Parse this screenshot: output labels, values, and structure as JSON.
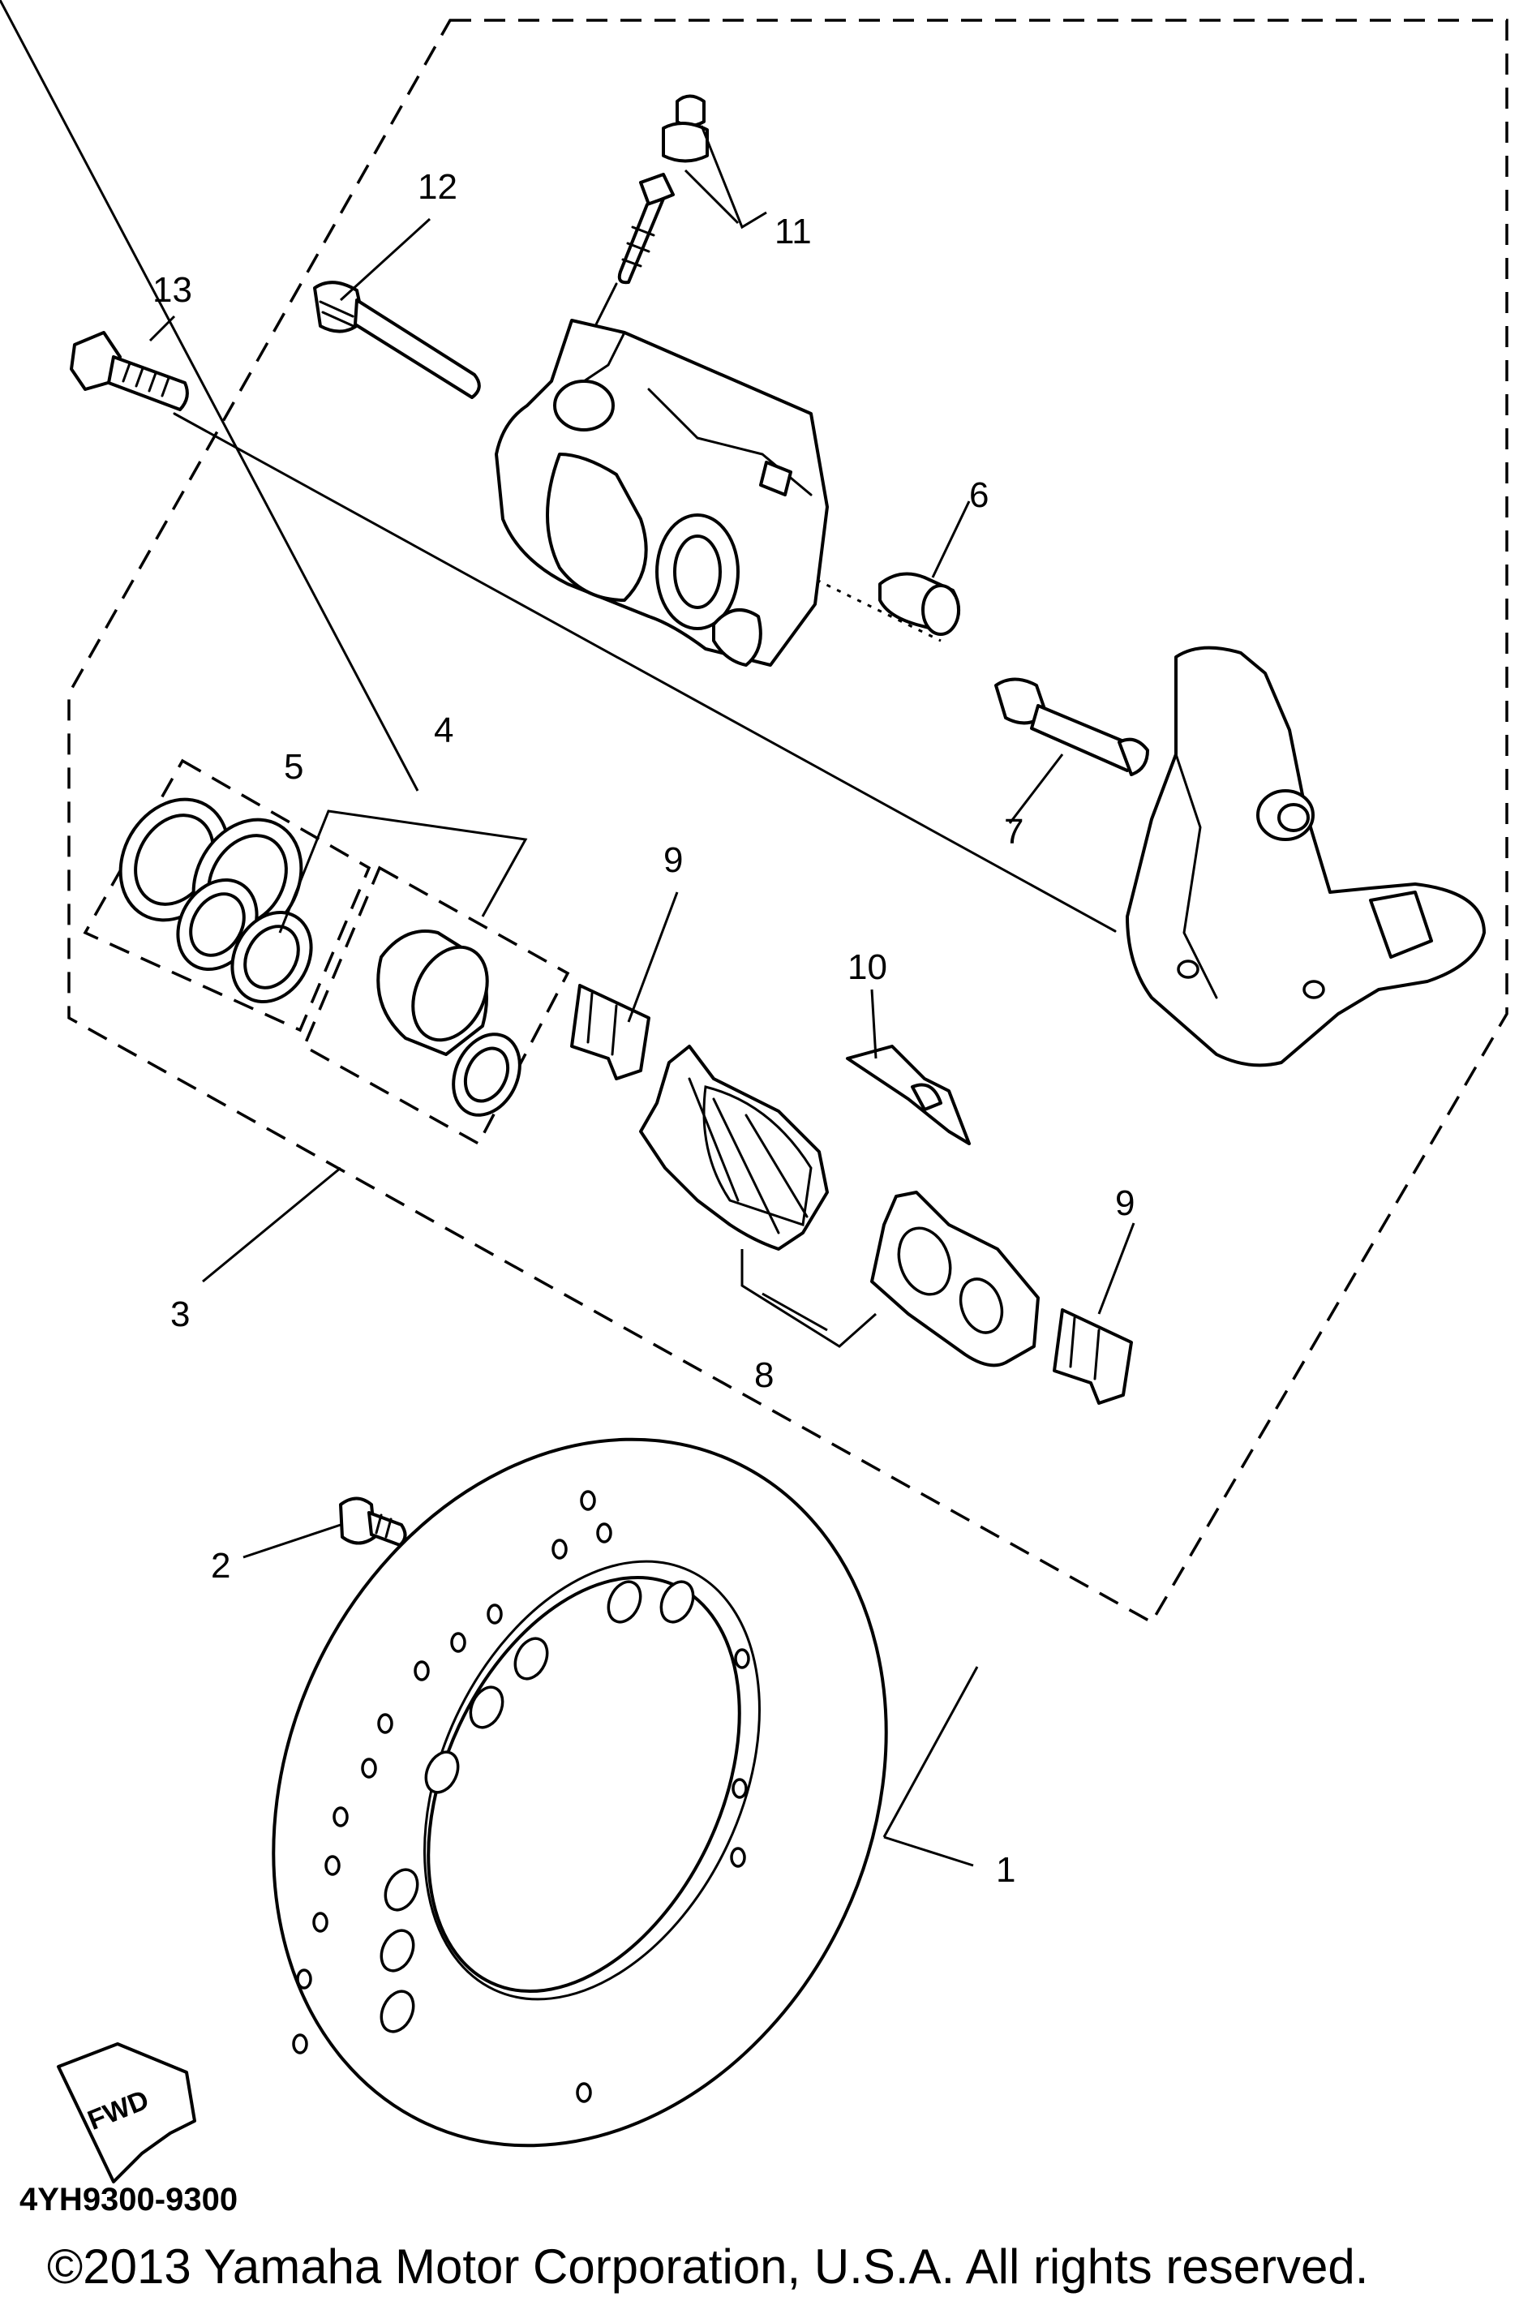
{
  "diagram": {
    "callouts": [
      {
        "id": "1",
        "label": "1"
      },
      {
        "id": "2",
        "label": "2"
      },
      {
        "id": "3",
        "label": "3"
      },
      {
        "id": "4",
        "label": "4"
      },
      {
        "id": "5",
        "label": "5"
      },
      {
        "id": "6",
        "label": "6"
      },
      {
        "id": "7",
        "label": "7"
      },
      {
        "id": "8",
        "label": "8"
      },
      {
        "id": "9a",
        "label": "9"
      },
      {
        "id": "9b",
        "label": "9"
      },
      {
        "id": "10",
        "label": "10"
      },
      {
        "id": "11",
        "label": "11"
      },
      {
        "id": "12",
        "label": "12"
      },
      {
        "id": "13",
        "label": "13"
      }
    ],
    "fwd_badge": "FWD"
  },
  "footer": {
    "catalog_code": "4YH9300-9300",
    "copyright": "©2013 Yamaha Motor Corporation, U.S.A. All rights reserved."
  }
}
